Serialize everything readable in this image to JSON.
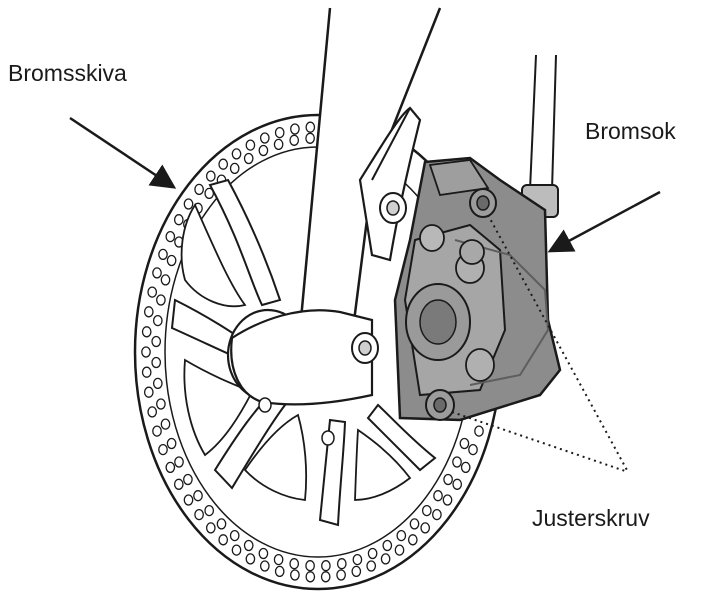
{
  "labels": {
    "disc": "Bromsskiva",
    "caliper": "Bromsok",
    "adjust_screw": "Justerskruv"
  },
  "colors": {
    "line": "#1a1a1a",
    "caliper_fill": "#8c8c8c",
    "caliper_dark": "#5e5e5e",
    "background": "#ffffff"
  }
}
